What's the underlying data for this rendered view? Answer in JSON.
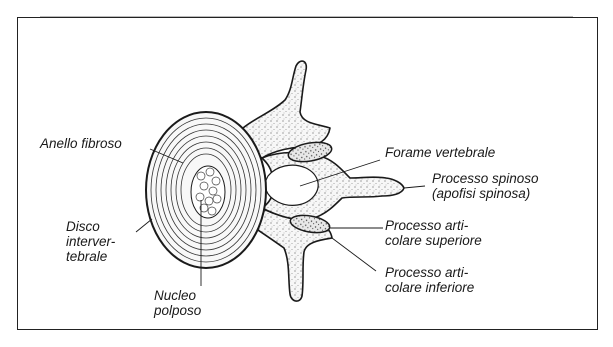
{
  "diagram": {
    "labels": {
      "anello_fibroso": "Anello fibroso",
      "disco_line1": "Disco",
      "disco_line2": "interver-",
      "disco_line3": "tebrale",
      "nucleo_line1": "Nucleo",
      "nucleo_line2": "polposo",
      "forame_vertebrale": "Forame vertebrale",
      "processo_spinoso_line1": "Processo spinoso",
      "processo_spinoso_line2": "(apofisi spinosa)",
      "art_sup_line1": "Processo arti-",
      "art_sup_line2": "colare superiore",
      "art_inf_line1": "Processo arti-",
      "art_inf_line2": "colare inferiore"
    },
    "colors": {
      "ink": "#1a1a1a",
      "bone_fill": "#f4f4f4",
      "background": "#ffffff"
    }
  }
}
